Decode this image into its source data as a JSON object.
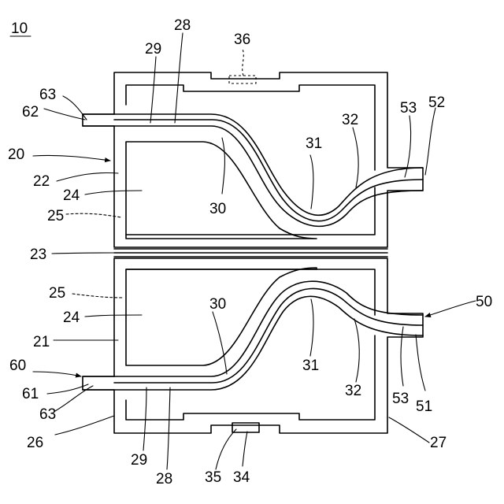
{
  "figure_number": "10",
  "labels": {
    "l20": "20",
    "l21": "21",
    "l22": "22",
    "l23": "23",
    "l24a": "24",
    "l24b": "24",
    "l25a": "25",
    "l25b": "25",
    "l26": "26",
    "l27": "27",
    "l28a": "28",
    "l28b": "28",
    "l29a": "29",
    "l29b": "29",
    "l30a": "30",
    "l30b": "30",
    "l31a": "31",
    "l31b": "31",
    "l32a": "32",
    "l32b": "32",
    "l34": "34",
    "l35": "35",
    "l36": "36",
    "l50": "50",
    "l51": "51",
    "l52": "52",
    "l53a": "53",
    "l53b": "53",
    "l60": "60",
    "l61": "61",
    "l62": "62",
    "l63a": "63",
    "l63b": "63"
  }
}
